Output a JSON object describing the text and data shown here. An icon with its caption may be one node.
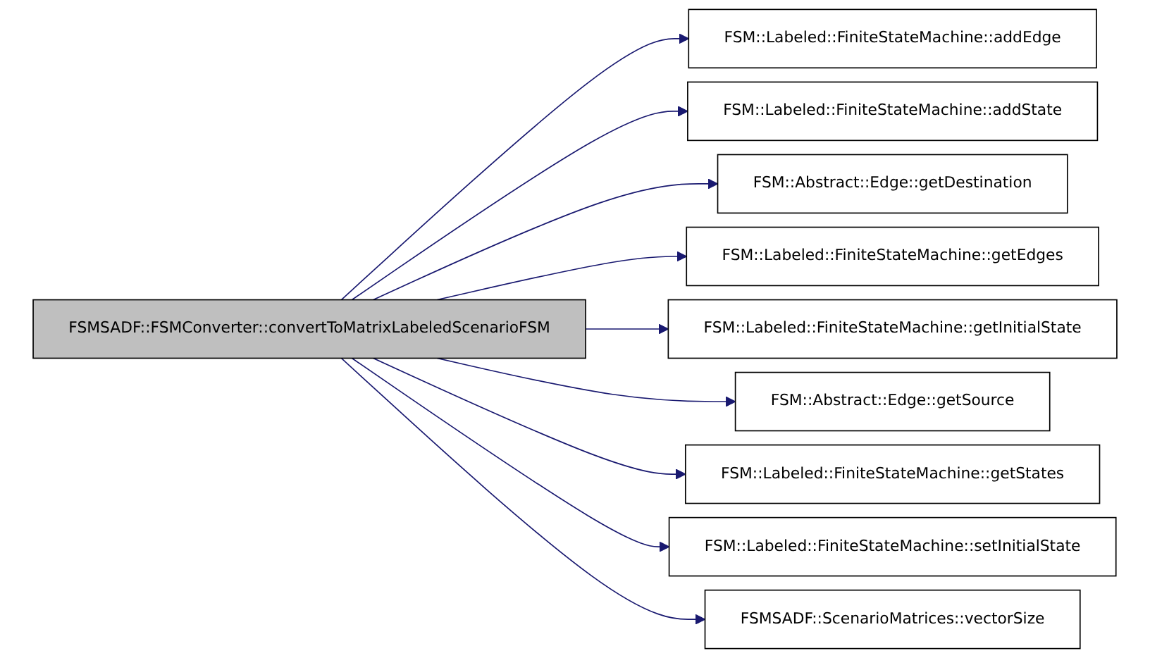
{
  "diagram": {
    "nodes": [
      {
        "text": [
          "FSMSADF::FSMConverter::convertToMatrixLabeledScenarioFSM"
        ]
      },
      {
        "text": [
          "FSM::Labeled::FiniteStateMachine::addEdge"
        ]
      },
      {
        "text": [
          "FSM::Labeled::FiniteStateMachine::addState"
        ]
      },
      {
        "text": [
          "FSM::Abstract::Edge::getDestination"
        ]
      },
      {
        "text": [
          "FSM::Labeled::FiniteStateMachine::getEdges"
        ]
      },
      {
        "text": [
          "FSM::Labeled::FiniteStateMachine::getInitialState"
        ]
      },
      {
        "text": [
          "FSM::Abstract::Edge::getSource"
        ]
      },
      {
        "text": [
          "FSM::Labeled::FiniteStateMachine::getStates"
        ]
      },
      {
        "text": [
          "FSM::Labeled::FiniteStateMachine::setInitialState"
        ]
      },
      {
        "text": [
          "FSMSADF::ScenarioMatrices::vectorSize"
        ]
      }
    ],
    "edges": [
      {
        "from": 0,
        "to": 1,
        "arrow": "to"
      },
      {
        "from": 0,
        "to": 2,
        "arrow": "to"
      },
      {
        "from": 0,
        "to": 3,
        "arrow": "to"
      },
      {
        "from": 0,
        "to": 4,
        "arrow": "to"
      },
      {
        "from": 0,
        "to": 5,
        "arrow": "to"
      },
      {
        "from": 0,
        "to": 6,
        "arrow": "to"
      },
      {
        "from": 0,
        "to": 7,
        "arrow": "to"
      },
      {
        "from": 0,
        "to": 8,
        "arrow": "to"
      },
      {
        "from": 0,
        "to": 9,
        "arrow": "to"
      }
    ]
  }
}
